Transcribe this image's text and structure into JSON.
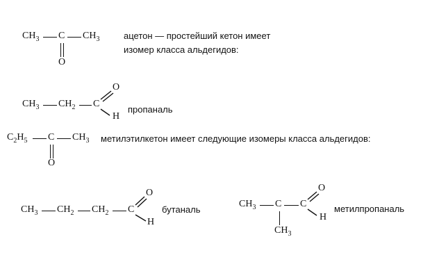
{
  "acetone": {
    "ch3_left": "CH",
    "ch3_left_sub": "3",
    "c": "C",
    "ch3_right": "CH",
    "ch3_right_sub": "3",
    "o": "O",
    "desc_line1": "ацетон — простейший кетон имеет",
    "desc_line2": "изомер класса альдегидов:"
  },
  "propanal": {
    "ch3": "CH",
    "ch3_sub": "3",
    "ch2": "CH",
    "ch2_sub": "2",
    "c": "C",
    "o": "O",
    "h": "H",
    "name": "пропаналь"
  },
  "mek": {
    "c2h5": "C",
    "c2h5_sub1": "2",
    "c2h5_h": "H",
    "c2h5_sub2": "5",
    "c": "C",
    "ch3": "CH",
    "ch3_sub": "3",
    "o": "O",
    "desc": "метилэтилкетон имеет следующие изомеры класса альдегидов:"
  },
  "butanal": {
    "ch3": "CH",
    "ch3_sub": "3",
    "ch2a": "CH",
    "ch2a_sub": "2",
    "ch2b": "CH",
    "ch2b_sub": "2",
    "c": "C",
    "o": "O",
    "h": "H",
    "name": "бутаналь"
  },
  "methylpropanal": {
    "ch3_left": "CH",
    "ch3_left_sub": "3",
    "ch": "C",
    "c": "C",
    "o": "O",
    "h": "H",
    "ch3_branch": "CH",
    "ch3_branch_sub": "3",
    "name": "метилпропаналь"
  }
}
